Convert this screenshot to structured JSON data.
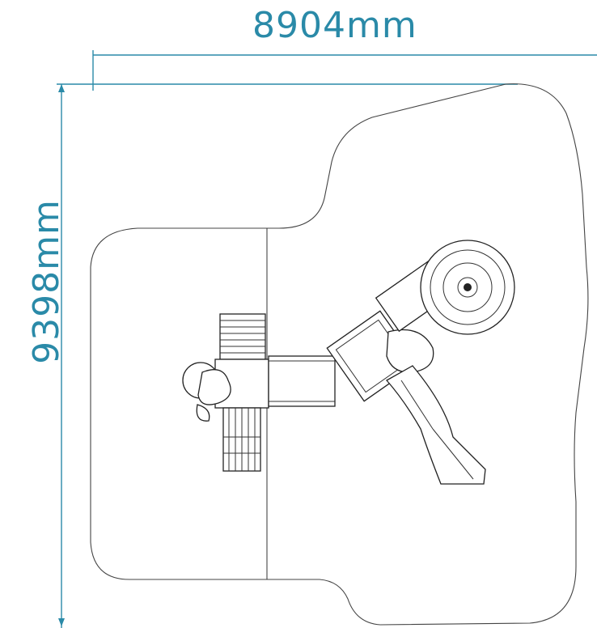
{
  "dimensions": {
    "width_label": "8904mm",
    "height_label": "9398mm"
  },
  "colors": {
    "dimension": "#2a8aa8",
    "outline": "#444444",
    "equipment": "#222222"
  },
  "components": [
    "safety-zone-outline",
    "ladder",
    "spiral-slide",
    "platform-deck",
    "bridge",
    "tower-roof",
    "wave-slide",
    "spiral-tube-slide"
  ]
}
